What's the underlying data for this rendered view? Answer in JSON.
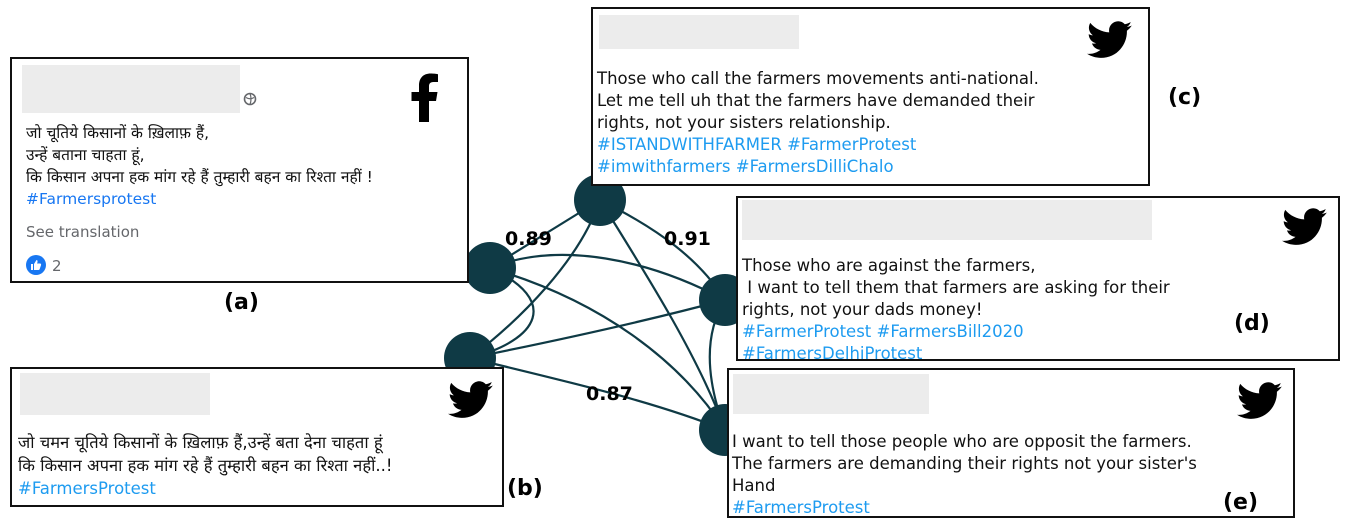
{
  "weights": [
    "0.89",
    "0.91",
    "0.87"
  ],
  "icons": {
    "facebook": "facebook-f-icon",
    "twitter": "twitter-bird-icon",
    "globe": "globe-icon",
    "like": "thumbs-up-like-icon"
  },
  "colors": {
    "node": "#0f3a45",
    "hashtag": "#1d9bf0",
    "fb_link": "#1877f2"
  },
  "posts": {
    "a": {
      "label": "(a)",
      "lines": [
        "जो चूतिये किसानों के ख़िलाफ़ हैं,",
        "उन्हें बताना चाहता हूं,",
        "कि किसान अपना हक मांग रहे हैं तुम्हारी बहन का रिश्ता नहीं !"
      ],
      "hashtags": "#Farmersprotest",
      "see_translation": "See translation",
      "likes": "2"
    },
    "b": {
      "label": "(b)",
      "lines": [
        "जो चमन चूतिये किसानों के ख़िलाफ़ हैं,उन्हें बता देना चाहता हूं",
        "कि किसान अपना हक मांग रहे हैं तुम्हारी बहन का रिश्ता नहीं..!"
      ],
      "hashtags": "#FarmersProtest"
    },
    "c": {
      "label": "(c)",
      "lines": [
        "Those who call the farmers movements anti-national.",
        "Let me tell uh that the farmers have demanded their",
        "rights, not your sisters relationship."
      ],
      "hashtags": [
        "#ISTANDWITHFARMER #FarmerProtest",
        "#imwithfarmers #FarmersDilliChalo"
      ]
    },
    "d": {
      "label": "(d)",
      "lines": [
        "Those who are against the farmers,",
        " I want to tell them that farmers are asking for their",
        "rights, not your dads money!"
      ],
      "hashtags": [
        "#FarmerProtest #FarmersBill2020",
        "#FarmersDelhiProtest"
      ]
    },
    "e": {
      "label": "(e)",
      "lines": [
        "I want to tell those people who are opposit the farmers.",
        "The farmers are demanding their rights not your sister's",
        "Hand"
      ],
      "hashtags": "#FarmersProtest"
    }
  }
}
